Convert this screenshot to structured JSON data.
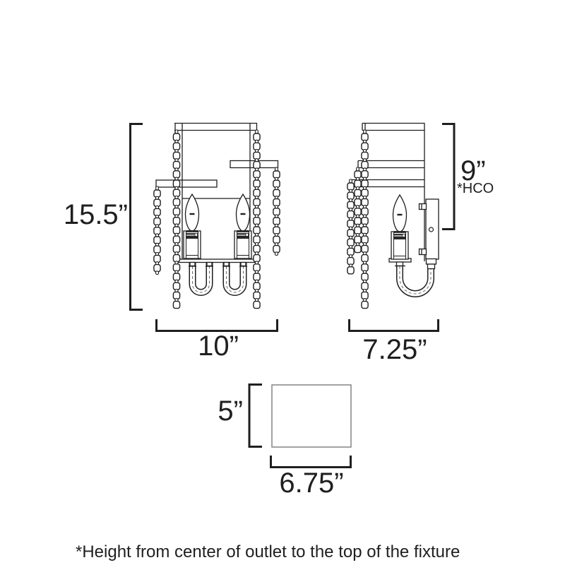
{
  "diagram": {
    "front_view": {
      "height_label": "15.5”",
      "width_label": "10”"
    },
    "side_view": {
      "hco_value": "9”",
      "hco_note": "*HCO",
      "depth_label": "7.25”"
    },
    "backplate": {
      "height_label": "5”",
      "width_label": "6.75”"
    },
    "footnote": "*Height from center of outlet to the top of the fixture",
    "colors": {
      "line": "#1f1f1f",
      "backplate_outline": "#8c8c8c",
      "background": "#ffffff"
    }
  }
}
